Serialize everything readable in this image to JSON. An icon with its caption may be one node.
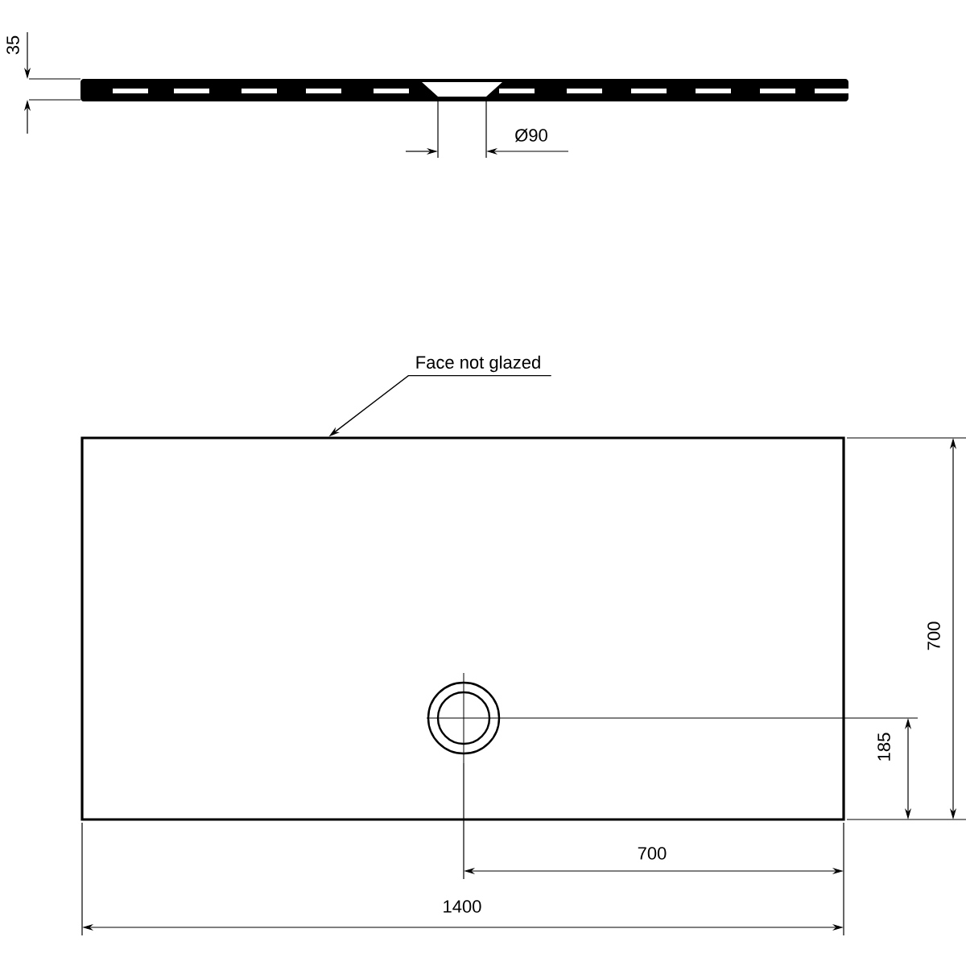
{
  "diagram": {
    "nodes": [
      {
        "text": [
          "Face not glazed"
        ]
      },
      {
        "text": [],
        "shape": "box"
      }
    ],
    "edges": [
      {
        "from": 0,
        "to": 1,
        "arrow": "to"
      }
    ],
    "labels": [
      "35",
      "Ø90",
      "700",
      "185",
      "700",
      "1400"
    ]
  }
}
